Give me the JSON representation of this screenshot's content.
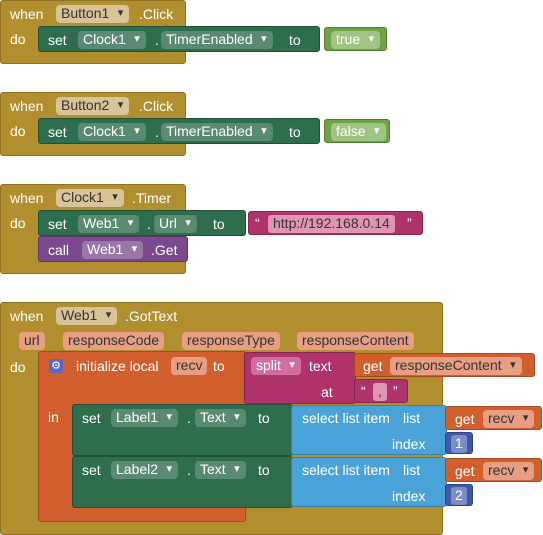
{
  "kw": {
    "when": "when",
    "do": "do",
    "set": "set",
    "to": "to",
    "dot": ".",
    "call": "call",
    "in": "in",
    "initialize_local": "initialize local",
    "split": "split",
    "text_socket": "text",
    "at": "at",
    "get": "get",
    "select_list_item": "select list item",
    "list": "list",
    "index": "index",
    "quote_open": "“",
    "quote_close": "”"
  },
  "block1": {
    "component": "Button1",
    "event": ".Click",
    "target": "Clock1",
    "property": "TimerEnabled",
    "value": "true"
  },
  "block2": {
    "component": "Button2",
    "event": ".Click",
    "target": "Clock1",
    "property": "TimerEnabled",
    "value": "false"
  },
  "block3": {
    "component": "Clock1",
    "event": ".Timer",
    "target": "Web1",
    "property": "Url",
    "value": "http://192.168.0.14",
    "call_component": "Web1",
    "method": ".Get"
  },
  "block4": {
    "component": "Web1",
    "event": ".GotText",
    "params": [
      "url",
      "responseCode",
      "responseType",
      "responseContent"
    ],
    "local_var": "recv",
    "split_source": "responseContent",
    "split_at": ",",
    "set1": {
      "target": "Label1",
      "property": "Text",
      "list_var": "recv",
      "index": "1"
    },
    "set2": {
      "target": "Label2",
      "property": "Text",
      "list_var": "recv",
      "index": "2"
    }
  },
  "colors": {
    "event": "#b28f2e",
    "setter": "#2e6e4c",
    "call": "#7b4a8e",
    "logic": "#6ea347",
    "text": "#b0326a",
    "variable": "#d05f2d",
    "lists": "#4aa3d8",
    "math": "#3f58a8"
  },
  "icons": {
    "mutator": "gear-icon",
    "dropdown": "chevron-down-icon"
  }
}
